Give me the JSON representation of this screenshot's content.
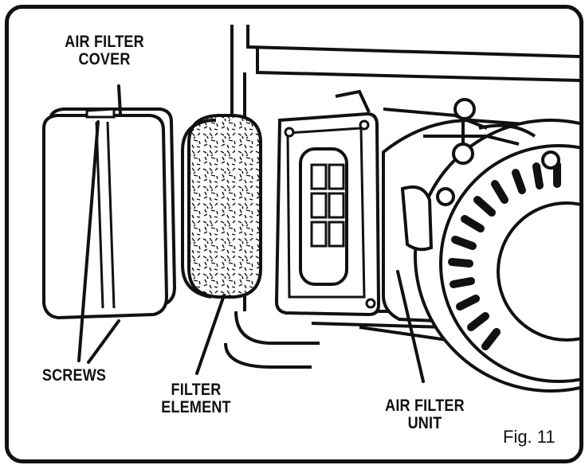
{
  "labels": {
    "air_filter_cover_line1": "AIR FILTER",
    "air_filter_cover_line2": "COVER",
    "screws": "SCREWS",
    "filter_element_line1": "FILTER",
    "filter_element_line2": "ELEMENT",
    "air_filter_unit_line1": "AIR FILTER",
    "air_filter_unit_line2": "UNIT"
  },
  "figure_label": "Fig. 11",
  "colors": {
    "ink": "#111111",
    "paper": "#ffffff"
  }
}
